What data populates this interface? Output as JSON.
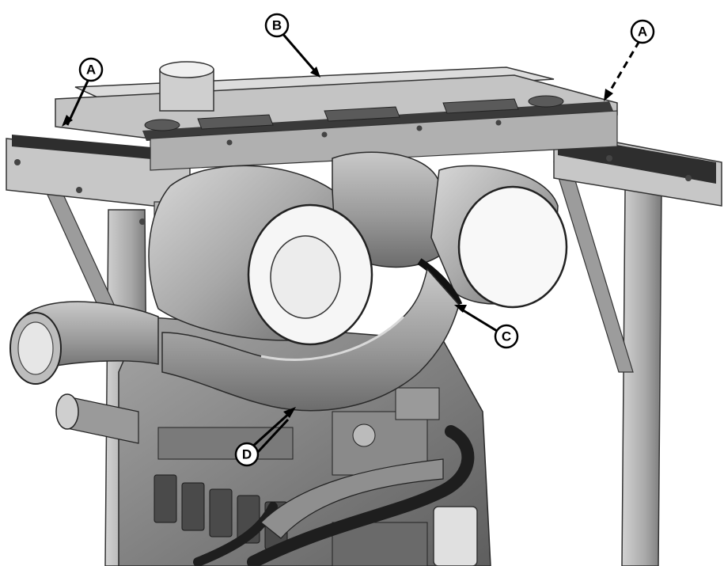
{
  "callouts": {
    "a_left": "A",
    "b": "B",
    "a_right": "A",
    "c": "C",
    "d": "D"
  },
  "colors": {
    "frame": "#b9b9b9",
    "frame_dark": "#3a3a3a",
    "engine": "#8e8e8e",
    "pipe": "#a2a2a2",
    "filter_face": "#f4f4f4",
    "hose": "#1e1e1e"
  }
}
